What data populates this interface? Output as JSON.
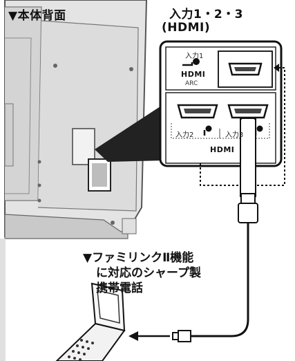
{
  "labels": {
    "tv_back": "▼本体背面",
    "inputs": "入力1・2・3",
    "hdmi": "(HDMI)",
    "phone_line1": "▼ファミリンクⅡ機能",
    "phone_line2": "に対応のシャープ製",
    "phone_line3": "携帯電話"
  },
  "inset": {
    "input1": "入力1",
    "input2": "入力2",
    "input3": "入力3",
    "hdmi_logo": "HDMI",
    "arc": "ARC"
  }
}
